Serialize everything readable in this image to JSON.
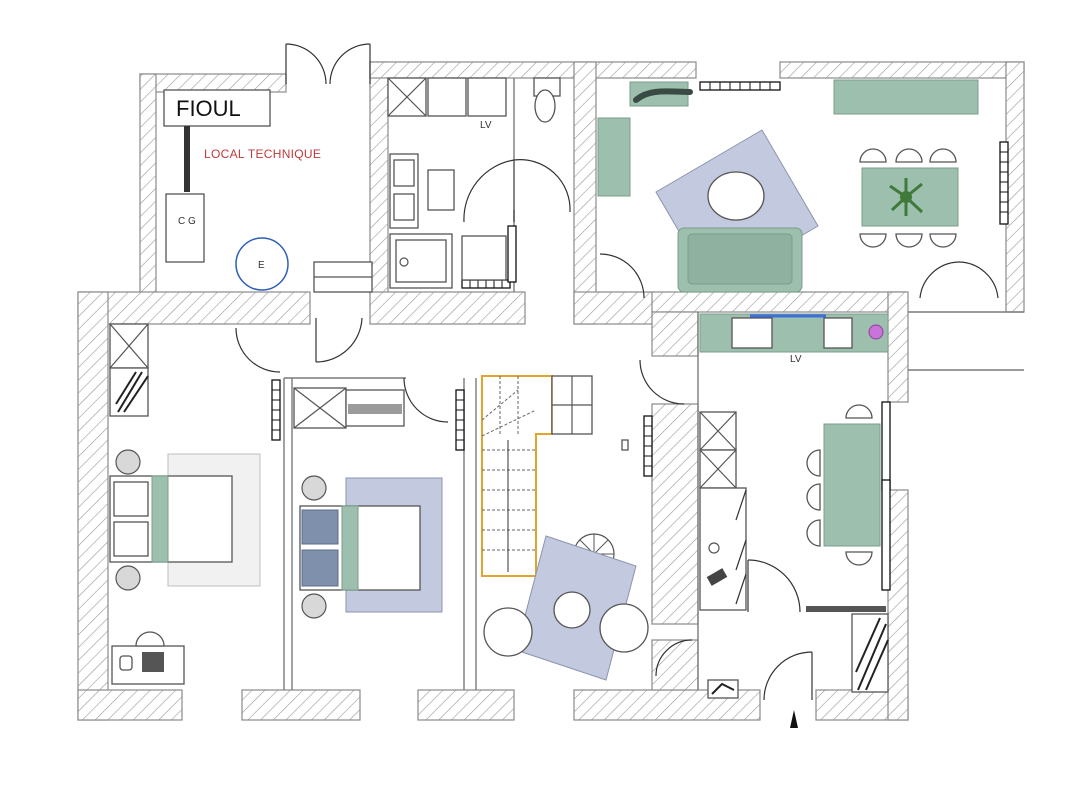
{
  "labels": {
    "fuel_tank": "FIOUL",
    "technical_room": "LOCAL TECHNIQUE",
    "boiler": "C G",
    "water_heater": "E",
    "laundry_1": "LV",
    "laundry_2": "LV"
  },
  "colors": {
    "hatch": "#9a9a9a",
    "sofa_green": "#9dbfae",
    "rug_blue": "#c3c9de",
    "bed_slate": "#7f90ad",
    "stair_outline": "#e0a52a",
    "water_heater_ring": "#2d5fb5",
    "counter_blue": "#3b6fe0",
    "hob_magenta": "#c874d8"
  }
}
